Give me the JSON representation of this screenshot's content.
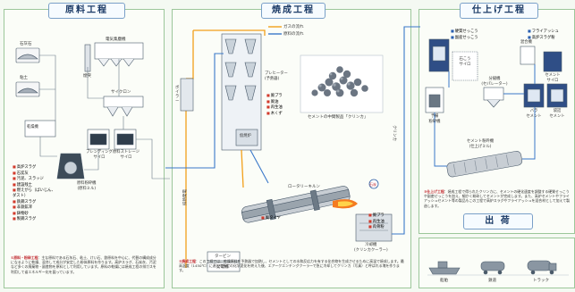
{
  "headers": {
    "raw_materials": "原料工程",
    "firing": "焼成工程",
    "finishing": "仕上げ工程",
    "shipping": "出 荷"
  },
  "legend": {
    "gas_flow": "ガスの流れ",
    "raw_flow": "原料の流れ"
  },
  "raw_section": {
    "stone_label": "石灰石",
    "clay_label": "粘土",
    "dryer_label": "乾燥機",
    "dust_collector_label": "電気集塵機",
    "chimney_label": "煙突",
    "cyclone_label": "サイクロン",
    "blending_silo_label": "ブレンディング\nサイロ",
    "storage_silo_label": "原料ストレージ\nサイロ",
    "mill_label": "原料粉砕機\n(原料ミル)",
    "materials_list": [
      "高炉スラグ",
      "石炭灰",
      "汚泥、スラッジ",
      "建設残土",
      "燃えがら（ばいじん、ダスト）",
      "鉄鋼スラグ",
      "非鉄鉱滓",
      "鋳物砂",
      "製鋼スラグ"
    ],
    "description_num": "①原料・粉砕工程",
    "description": "：主な原料である石灰石、粘土、けい石、鉄原料を中心に、代替の構成成分になるように乾燥、混合して成分が安定した粉体原料を作ります。高炉スラグ、石炭灰、汚泥など多くの廃棄物・副産物を原料として利用しています。原料の乾燥には焼成工程の排ガスを利用して省エネルギー化を図っています。"
  },
  "firing_section": {
    "preheater_label": "プレヒーター\n(予熱器)",
    "calciner_label": "仮焼炉",
    "kiln_label": "ロータリーキルン",
    "cooler_label": "冷却機\n(クリンカクーラー)",
    "turbine_label": "タービン",
    "generator_label": "発電機",
    "boiler_label": "ボイラー",
    "clinker_caption": "セメントの中間製品「クリンカ」",
    "coal_label": "石炭",
    "tire_label": "廃タイヤ",
    "fuel_list": [
      "廃プラ",
      "廃油",
      "再生油",
      "木くず"
    ],
    "fuel_list2": [
      "廃プラ",
      "再生油",
      "肉骨粉"
    ],
    "heat_label": "排熱発電",
    "cement_label": "クリンカ",
    "description_num": "②焼成工程",
    "description": "：この工程では、乾燥原料を予熱器で加熱し、セメントとしての水和反応力を有する化合物を生成させるために高温で焼成します。最高温度（1450℃）に達して所定の化学変化を終えた後、エアークエンチングクーラーで急に冷却してクリンカ（写真）と呼ばれる塊を作ります。"
  },
  "finishing_section": {
    "gypsum_list": [
      "硬質せっこう",
      "副産せっこう"
    ],
    "additive_list": [
      "フライアッシュ",
      "高炉スラグ粉"
    ],
    "clinker_silo_label": "石こう\nサイロ",
    "mixer_label": "混合機",
    "cement_silo_label": "セメント\nサイロ",
    "preprocess_label": "予備\n粉砕機",
    "separator_label": "分級機\n(セパレーター)",
    "finish_mill_label": "セメント粉砕機\n(仕上げミル)",
    "bulk_silo1_label": "バラ\nセメント",
    "bulk_silo2_label": "袋詰\nセメント",
    "description_num": "③仕上げ工程",
    "description": "：焼成工程で得られたクリンカに、セメントの硬化速度を調整する硬質せっこうや副産せっこうを加え、細かく粉砕してセメントが完成します。また、高炉セメントやフライアッシュセメント等の製品もこの工程で高炉スラグやフライアッシュを混合材として加えて製造します。"
  },
  "shipping_section": {
    "ship_label": "船舶",
    "rail_label": "鉄道",
    "truck_label": "トラック"
  }
}
